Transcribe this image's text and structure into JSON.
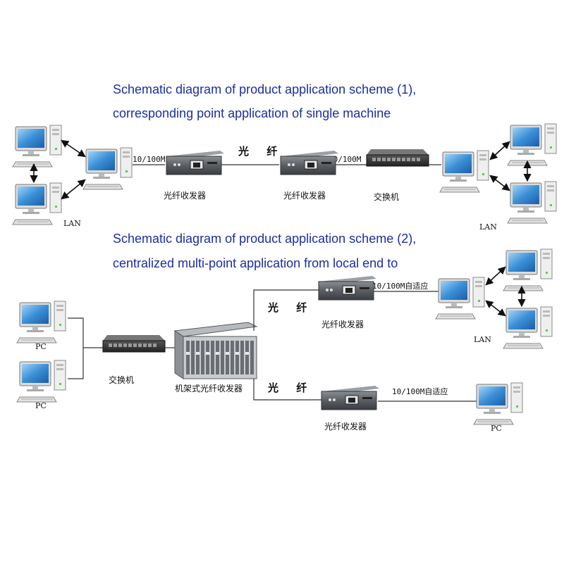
{
  "scheme1": {
    "title_line1": "Schematic diagram of product application scheme (1),",
    "title_line2": "corresponding point application of single machine",
    "speed_left": "10/100M",
    "speed_right": "10/100M",
    "fiber_label": "光 纤",
    "converter_left": "光纤收发器",
    "converter_right": "光纤收发器",
    "switch_label": "交换机",
    "lan_left": "LAN",
    "lan_right": "LAN"
  },
  "scheme2": {
    "title_line1": "Schematic diagram of product application scheme (2),",
    "title_line2": "centralized multi-point application from local end to",
    "pc_top": "PC",
    "pc_bottom": "PC",
    "switch_label": "交换机",
    "rack_label": "机架式光纤收发器",
    "fiber_top": "光 纤",
    "fiber_bottom": "光 纤",
    "converter_top": "光纤收发器",
    "converter_bottom": "光纤收发器",
    "speed_top": "10/100M自适应",
    "speed_bottom": "10/100M自适应",
    "lan_label": "LAN",
    "pc_right": "PC"
  },
  "colors": {
    "title": "#1a2fa0",
    "monitor_screen": "#3a8fd6",
    "device_body": "#5a5e63"
  }
}
